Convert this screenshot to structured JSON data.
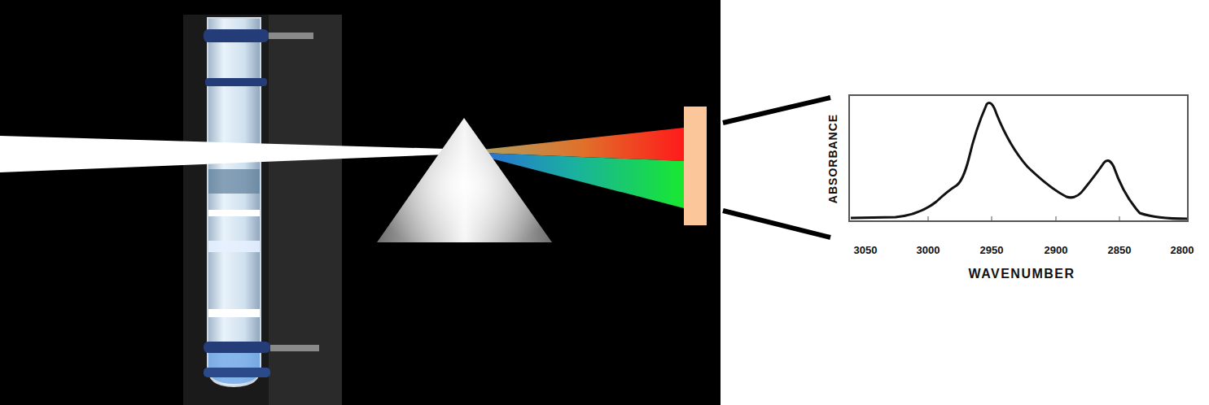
{
  "diagram": {
    "labels": [
      "ABSORBANCE",
      "3050",
      "3000",
      "2950",
      "2900",
      "2850",
      "2800",
      "WAVENUMBER"
    ]
  }
}
